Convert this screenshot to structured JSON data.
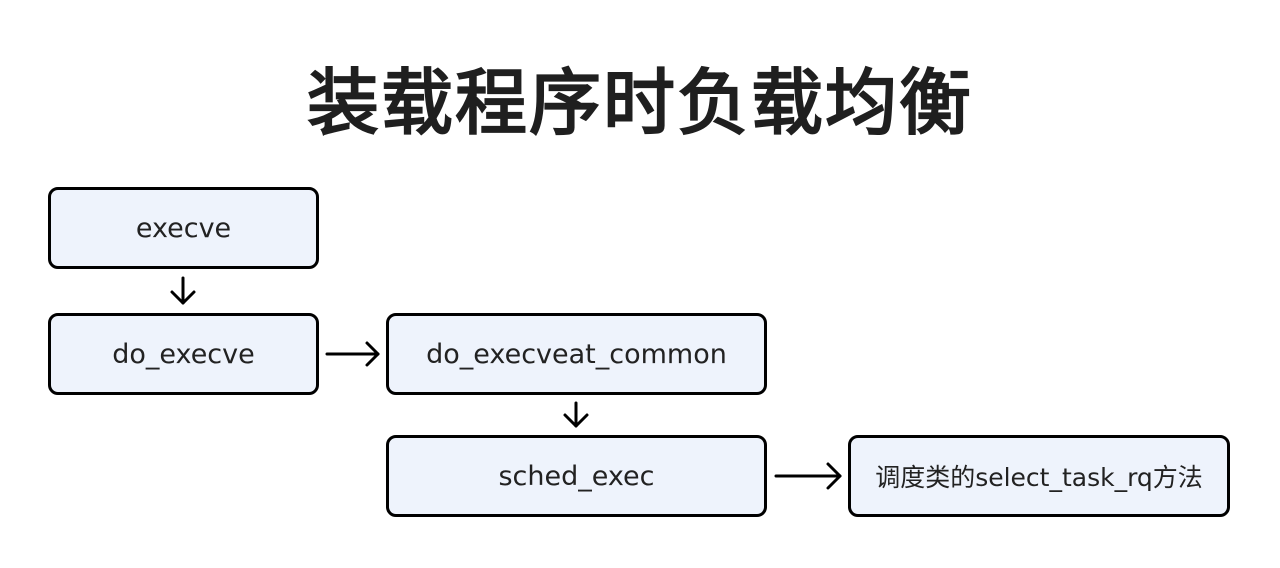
{
  "title": "装载程序时负载均衡",
  "nodes": {
    "execve": "execve",
    "do_execve": "do_execve",
    "do_execveat_common": "do_execveat_common",
    "sched_exec": "sched_exec",
    "select_task_rq": "调度类的select_task_rq方法"
  },
  "colors": {
    "node_fill": "#eef3fc",
    "node_border": "#000000",
    "arrow": "#000000"
  }
}
